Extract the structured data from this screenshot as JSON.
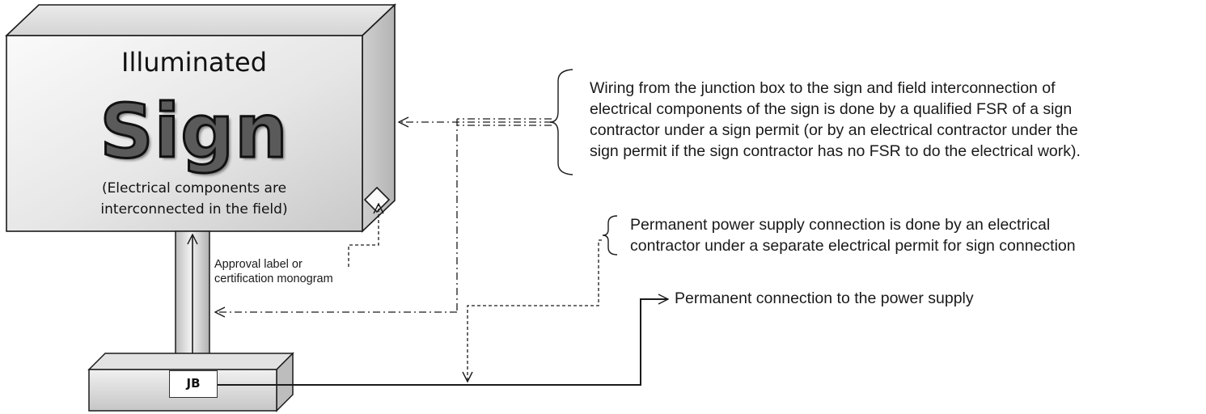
{
  "sign": {
    "title": "Illuminated",
    "word": "Sign",
    "note_line1": "(Electrical components are",
    "note_line2": "interconnected in the field)"
  },
  "junction_box": {
    "label": "JB"
  },
  "approval_label": {
    "line1": "Approval label or",
    "line2": "certification monogram"
  },
  "wiring_note": {
    "line1": "Wiring from the junction box to the sign and field interconnection of",
    "line2": "electrical components of the sign is done by a qualified FSR of a sign",
    "line3": "contractor under a sign permit (or by an electrical contractor under the",
    "line4": "sign permit if the sign contractor has no FSR to do the electrical work)."
  },
  "power_note": {
    "line1": "Permanent power supply connection is done by an electrical",
    "line2": "contractor under a separate electrical permit for sign connection"
  },
  "power_connection": {
    "label": "Permanent connection to the power supply"
  },
  "colors": {
    "line": "#1a1a1a",
    "box_light": "#f4f4f4",
    "box_dark": "#c8c8c8"
  }
}
